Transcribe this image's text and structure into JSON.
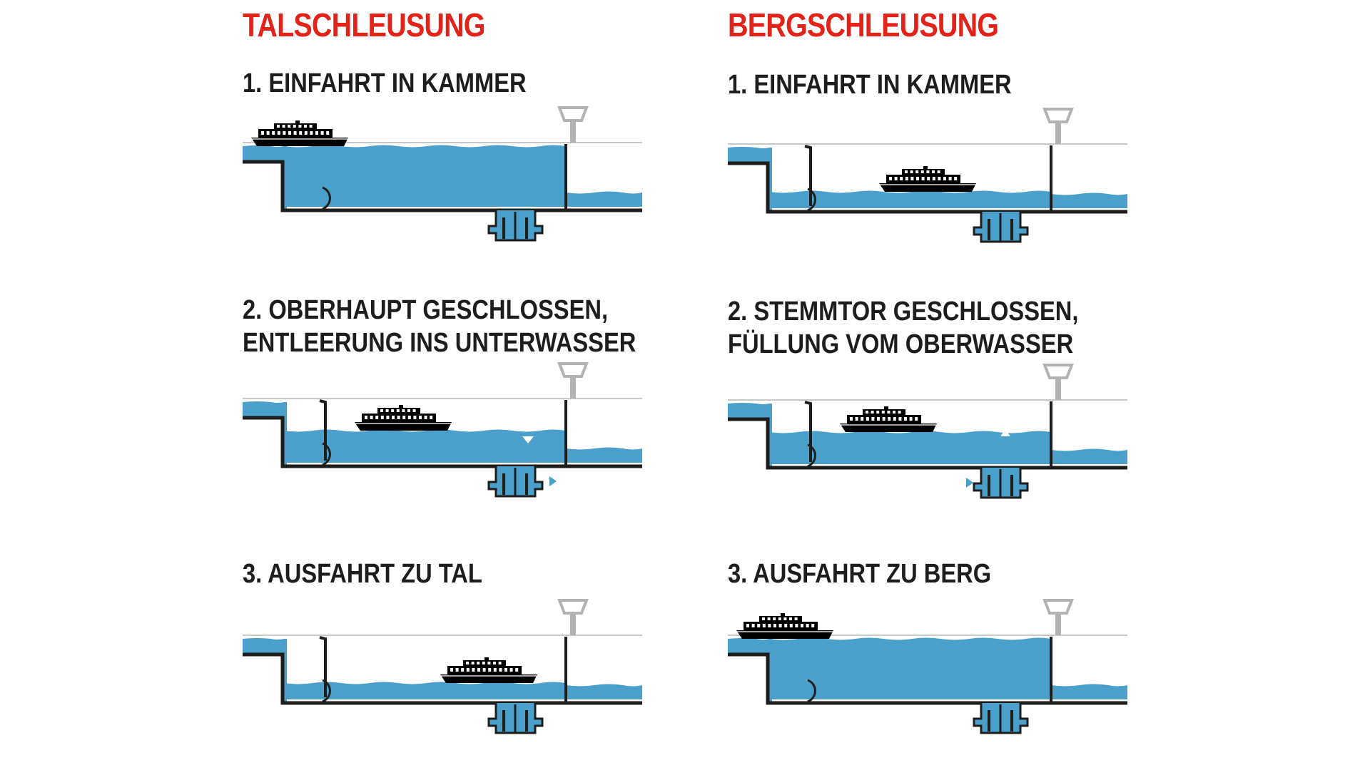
{
  "columns": [
    {
      "title": "TALSCHLEUSUNG",
      "steps": [
        {
          "lines": [
            "1. EINFAHRT IN KAMMER"
          ]
        },
        {
          "lines": [
            "2. OBERHAUPT GESCHLOSSEN,",
            "ENTLEERUNG INS UNTERWASSER"
          ]
        },
        {
          "lines": [
            "3. AUSFAHRT ZU TAL"
          ]
        }
      ]
    },
    {
      "title": "BERGSCHLEUSUNG",
      "steps": [
        {
          "lines": [
            "1. EINFAHRT IN KAMMER"
          ]
        },
        {
          "lines": [
            "2. STEMMTOR GESCHLOSSEN,",
            "FÜLLUNG VOM OBERWASSER"
          ]
        },
        {
          "lines": [
            "3. AUSFAHRT ZU BERG"
          ]
        }
      ]
    }
  ],
  "colors": {
    "title": "#e2231a",
    "text": "#1d1d1b",
    "water": "#4a9fcb",
    "wall": "#1d1d1b",
    "tower": "#b3b3b3",
    "ship": "#000000"
  },
  "diagrams": [
    {
      "id": "tal-1",
      "chamber_level": "high",
      "upper_gate": "open",
      "ship_position": "upper-water",
      "flow": "none"
    },
    {
      "id": "tal-2",
      "chamber_level": "middle",
      "upper_gate": "closed",
      "ship_position": "chamber",
      "flow": "drain-to-lower"
    },
    {
      "id": "tal-3",
      "chamber_level": "low",
      "upper_gate": "closed",
      "ship_position": "chamber-exit-low",
      "flow": "none"
    },
    {
      "id": "berg-1",
      "chamber_level": "low",
      "upper_gate": "closed",
      "ship_position": "chamber",
      "flow": "none"
    },
    {
      "id": "berg-2",
      "chamber_level": "middle",
      "upper_gate": "closed",
      "ship_position": "chamber",
      "flow": "fill-from-upper"
    },
    {
      "id": "berg-3",
      "chamber_level": "high",
      "upper_gate": "open",
      "ship_position": "upper-water",
      "flow": "none"
    }
  ]
}
